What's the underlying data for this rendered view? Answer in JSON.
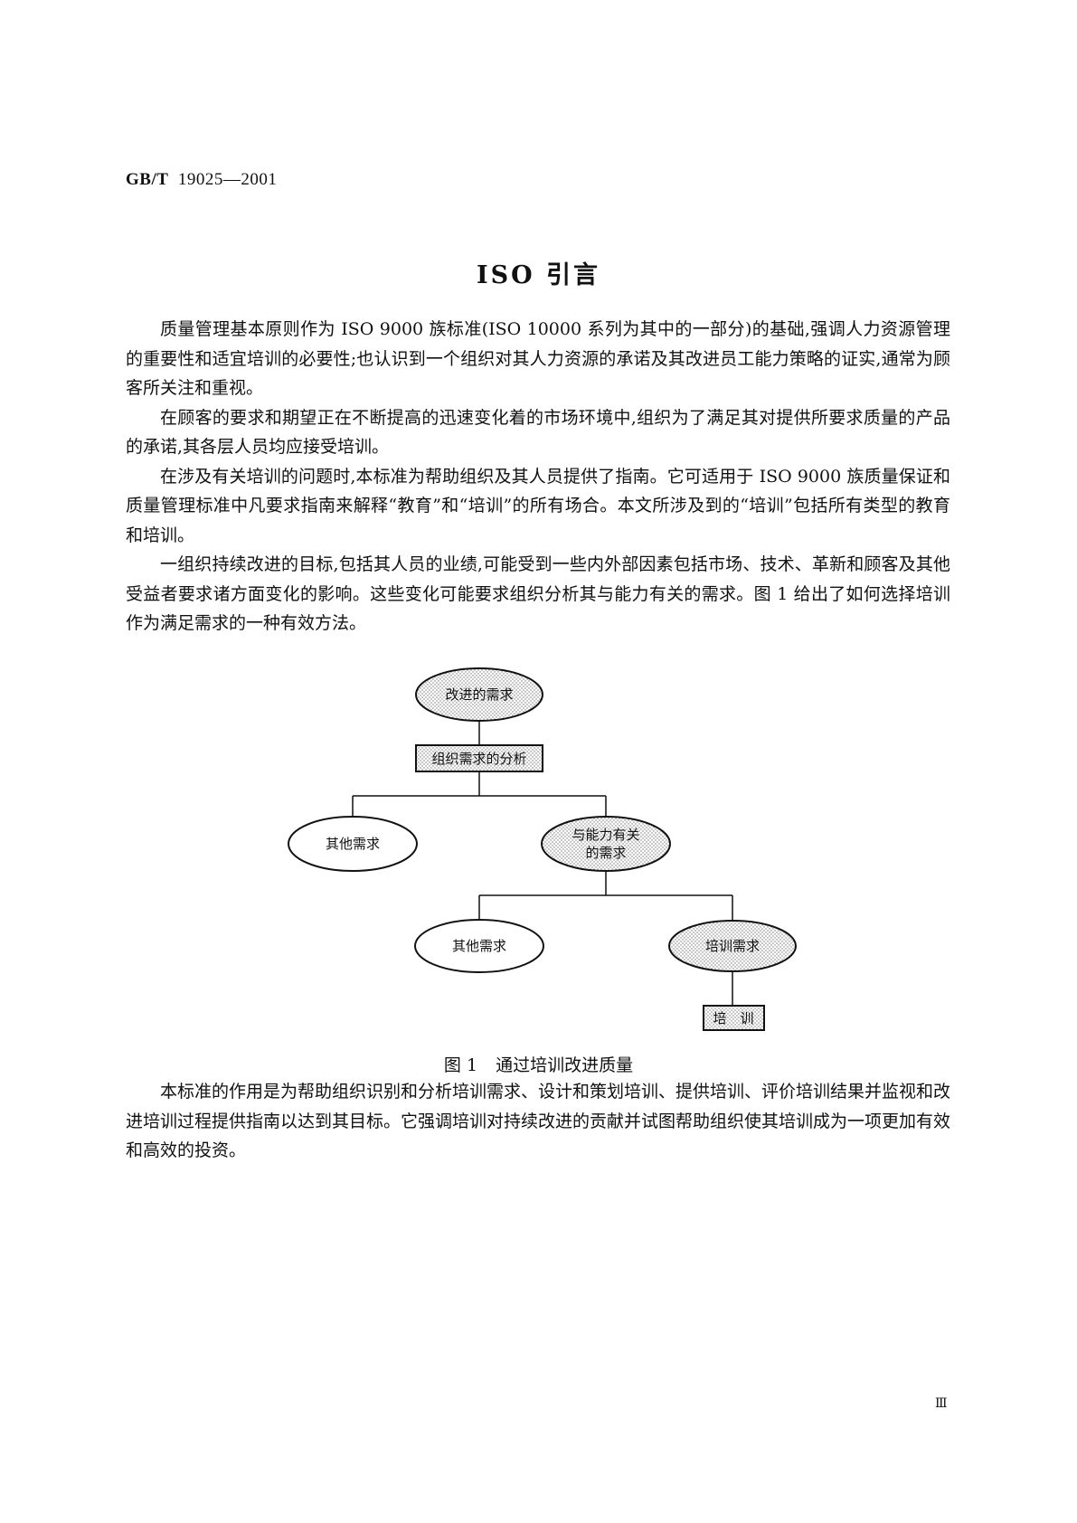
{
  "header": {
    "code_prefix": "GB/T",
    "code_number": "19025—2001"
  },
  "title": "ISO 引言",
  "paragraphs_before": [
    "质量管理基本原则作为 ISO 9000 族标准(ISO 10000 系列为其中的一部分)的基础,强调人力资源管理的重要性和适宜培训的必要性;也认识到一个组织对其人力资源的承诺及其改进员工能力策略的证实,通常为顾客所关注和重视。",
    "在顾客的要求和期望正在不断提高的迅速变化着的市场环境中,组织为了满足其对提供所要求质量的产品的承诺,其各层人员均应接受培训。",
    "在涉及有关培训的问题时,本标准为帮助组织及其人员提供了指南。它可适用于 ISO 9000 族质量保证和质量管理标准中凡要求指南来解释“教育”和“培训”的所有场合。本文所涉及到的“培训”包括所有类型的教育和培训。",
    "一组织持续改进的目标,包括其人员的业绩,可能受到一些内外部因素包括市场、技术、革新和顾客及其他受益者要求诸方面变化的影响。这些变化可能要求组织分析其与能力有关的需求。图 1 给出了如何选择培训作为满足需求的一种有效方法。"
  ],
  "figure": {
    "nodes": {
      "improvement_need": "改进的需求",
      "org_needs_analysis": "组织需求的分析",
      "other_needs_1": "其他需求",
      "competence_needs_line1": "与能力有关",
      "competence_needs_line2": "的需求",
      "other_needs_2": "其他需求",
      "training_needs": "培训需求",
      "training": "培　训"
    },
    "caption_label": "图 1",
    "caption_title": "通过培训改进质量"
  },
  "paragraphs_after": [
    "本标准的作用是为帮助组织识别和分析培训需求、设计和策划培训、提供培训、评价培训结果并监视和改进培训过程提供指南以达到其目标。它强调培训对持续改进的贡献并试图帮助组织使其培训成为一项更加有效和高效的投资。"
  ],
  "page_number": "Ⅲ"
}
